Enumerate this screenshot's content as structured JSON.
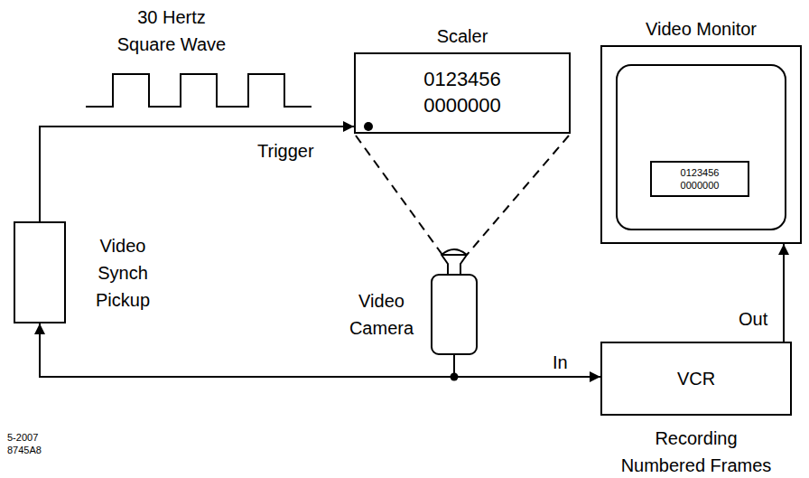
{
  "diagram": {
    "nodes": [
      {
        "text": [
          "Scaler",
          "0123456",
          "0000000"
        ]
      },
      {
        "text": [
          "Video Monitor"
        ]
      },
      {
        "text": [
          "0123456",
          "0000000"
        ],
        "in": 1
      },
      {
        "text": [
          "Video Synch Pickup"
        ]
      },
      {
        "text": [
          "Video Camera"
        ]
      },
      {
        "text": [
          "VCR",
          "Recording Numbered Frames"
        ]
      }
    ],
    "edges": [
      {
        "from": 3,
        "to": 0,
        "arrow": "to",
        "label": "Trigger"
      },
      {
        "from": 4,
        "to": 3,
        "arrow": "to"
      },
      {
        "from": 4,
        "to": 5,
        "arrow": "to",
        "label": "In"
      },
      {
        "from": 5,
        "to": 1,
        "arrow": "to",
        "label": "Out"
      }
    ],
    "labels": [
      "30 Hertz Square Wave",
      "5-2007",
      "8745A8"
    ]
  }
}
